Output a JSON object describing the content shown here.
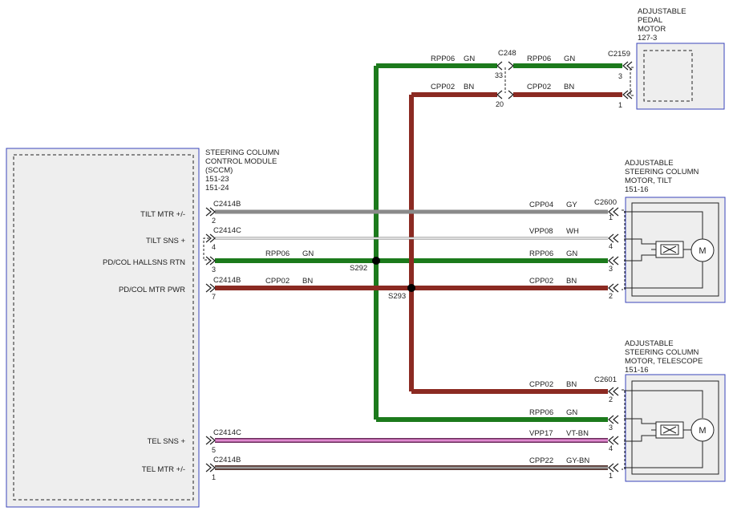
{
  "modules": {
    "sccm": {
      "title_lines": [
        "STEERING COLUMN",
        "CONTROL MODULE",
        "(SCCM)",
        "151-23",
        "151-24"
      ]
    },
    "pedal_motor": {
      "title_lines": [
        "ADJUSTABLE",
        "PEDAL",
        "MOTOR",
        "127-3"
      ]
    },
    "tilt_motor": {
      "title_lines": [
        "ADJUSTABLE",
        "STEERING COLUMN",
        "MOTOR, TILT",
        "151-16"
      ],
      "motor_symbol": "M"
    },
    "telescope_motor": {
      "title_lines": [
        "ADJUSTABLE",
        "STEERING COLUMN",
        "MOTOR, TELESCOPE",
        "151-16"
      ],
      "motor_symbol": "M"
    }
  },
  "pin_functions": {
    "tilt_mtr": "TILT MTR +/-",
    "tilt_sns": "TILT SNS +",
    "hallsns_rtn": "PD/COL HALLSNS RTN",
    "mtr_pwr": "PD/COL MTR PWR",
    "tel_sns": "TEL SNS +",
    "tel_mtr": "TEL MTR +/-"
  },
  "connectors": {
    "c2414b": "C2414B",
    "c2414c": "C2414C",
    "c2600": "C2600",
    "c2601": "C2601",
    "c248": "C248",
    "c2159": "C2159"
  },
  "splices": {
    "s292": "S292",
    "s293": "S293"
  },
  "circuits": {
    "rpp06": "RPP06",
    "cpp02": "CPP02",
    "cpp04": "CPP04",
    "vpp08": "VPP08",
    "vpp17": "VPP17",
    "cpp22": "CPP22"
  },
  "wire_colors": {
    "gn": "GN",
    "bn": "BN",
    "gy": "GY",
    "wh": "WH",
    "vt_bn": "VT-BN",
    "gy_bn": "GY-BN"
  },
  "pins": {
    "sccm": {
      "tilt_mtr": "2",
      "tilt_sns": "4",
      "hallsns_rtn": "3",
      "mtr_pwr": "7",
      "tel_sns": "5",
      "tel_mtr": "1"
    },
    "c248": {
      "rpp06": "33",
      "cpp02": "20"
    },
    "pedal_motor": {
      "rpp06": "3",
      "cpp02": "1"
    },
    "tilt_motor": {
      "cpp04": "1",
      "vpp08": "4",
      "rpp06": "3",
      "cpp02": "2"
    },
    "telescope_motor": {
      "cpp02": "2",
      "rpp06": "3",
      "vpp17": "4",
      "cpp22": "1"
    }
  },
  "colors": {
    "green": "#1c7a1c",
    "brown": "#8b2a22",
    "gray": "#8a8a8a",
    "white_wire": "#cfcfcf",
    "violet": "#cc66bb",
    "module_border": "#3a44bb",
    "module_fill": "#eeeeee",
    "ink": "#222222"
  }
}
